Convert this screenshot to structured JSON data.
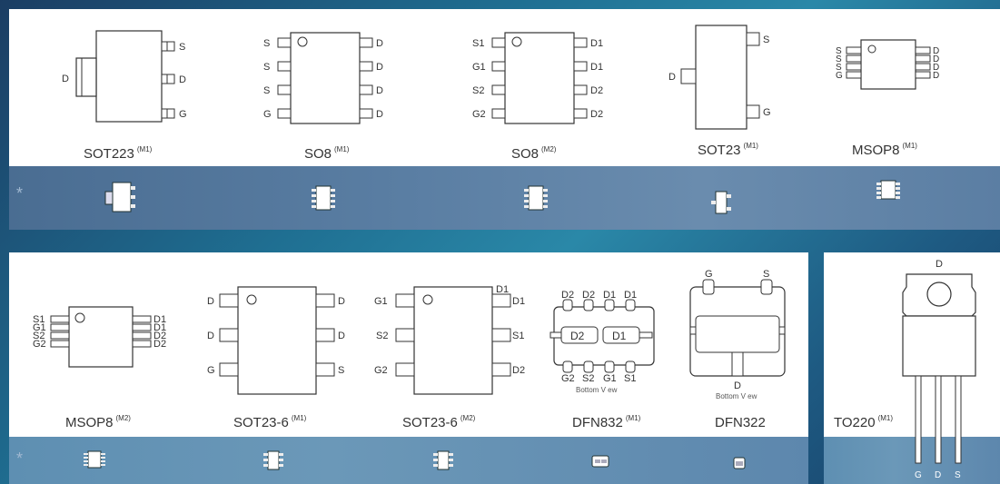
{
  "row1": {
    "packages": [
      {
        "name": "SOT223",
        "suffix": "(M1)"
      },
      {
        "name": "SO8",
        "suffix": "(M1)"
      },
      {
        "name": "SO8",
        "suffix": "(M2)"
      },
      {
        "name": "SOT23",
        "suffix": "(M1)"
      },
      {
        "name": "MSOP8",
        "suffix": "(M1)"
      }
    ],
    "star": "*"
  },
  "row2": {
    "packages": [
      {
        "name": "MSOP8",
        "suffix": "(M2)"
      },
      {
        "name": "SOT23-6",
        "suffix": "(M1)"
      },
      {
        "name": "SOT23-6",
        "suffix": "(M2)"
      },
      {
        "name": "DFN832",
        "suffix": "(M1)"
      },
      {
        "name": "DFN322",
        "suffix": ""
      }
    ],
    "star": "*"
  },
  "to220": {
    "name": "TO220",
    "suffix": "(M1)"
  },
  "pins": {
    "sot223": [
      "S",
      "D",
      "G",
      "D"
    ],
    "so8_m1": {
      "left": [
        "S",
        "S",
        "S",
        "G"
      ],
      "right": [
        "D",
        "D",
        "D",
        "D"
      ]
    },
    "so8_m2": {
      "left": [
        "S1",
        "G1",
        "S2",
        "G2"
      ],
      "right": [
        "D1",
        "D1",
        "D2",
        "D2"
      ]
    },
    "sot23": [
      "S",
      "D",
      "G"
    ],
    "msop8_m1": {
      "left": [
        "S",
        "S",
        "S",
        "G"
      ],
      "right": [
        "D",
        "D",
        "D",
        "D"
      ]
    },
    "msop8_m2": {
      "left": [
        "S1",
        "G1",
        "S2",
        "G2"
      ],
      "right": [
        "D1",
        "D1",
        "D2",
        "D2"
      ]
    },
    "sot236_m1": {
      "left": [
        "D",
        "D",
        "G"
      ],
      "right": [
        "D",
        "D",
        "S"
      ]
    },
    "sot236_m2": {
      "left": [
        "G1",
        "S2",
        "G2"
      ],
      "right": [
        "D1",
        "S1",
        "D2"
      ]
    },
    "dfn832": {
      "top": [
        "D2",
        "D2",
        "D1",
        "D1"
      ],
      "bottom": [
        "G2",
        "S2",
        "G1",
        "S1"
      ],
      "pads": [
        "D2",
        "D1"
      ],
      "note": "Bottom V ew"
    },
    "dfn322": {
      "top": [
        "G",
        "S"
      ],
      "pad": "D",
      "note": "Bottom V ew"
    },
    "to220": {
      "tab": "D",
      "legs": [
        "G",
        "D",
        "S"
      ]
    }
  }
}
